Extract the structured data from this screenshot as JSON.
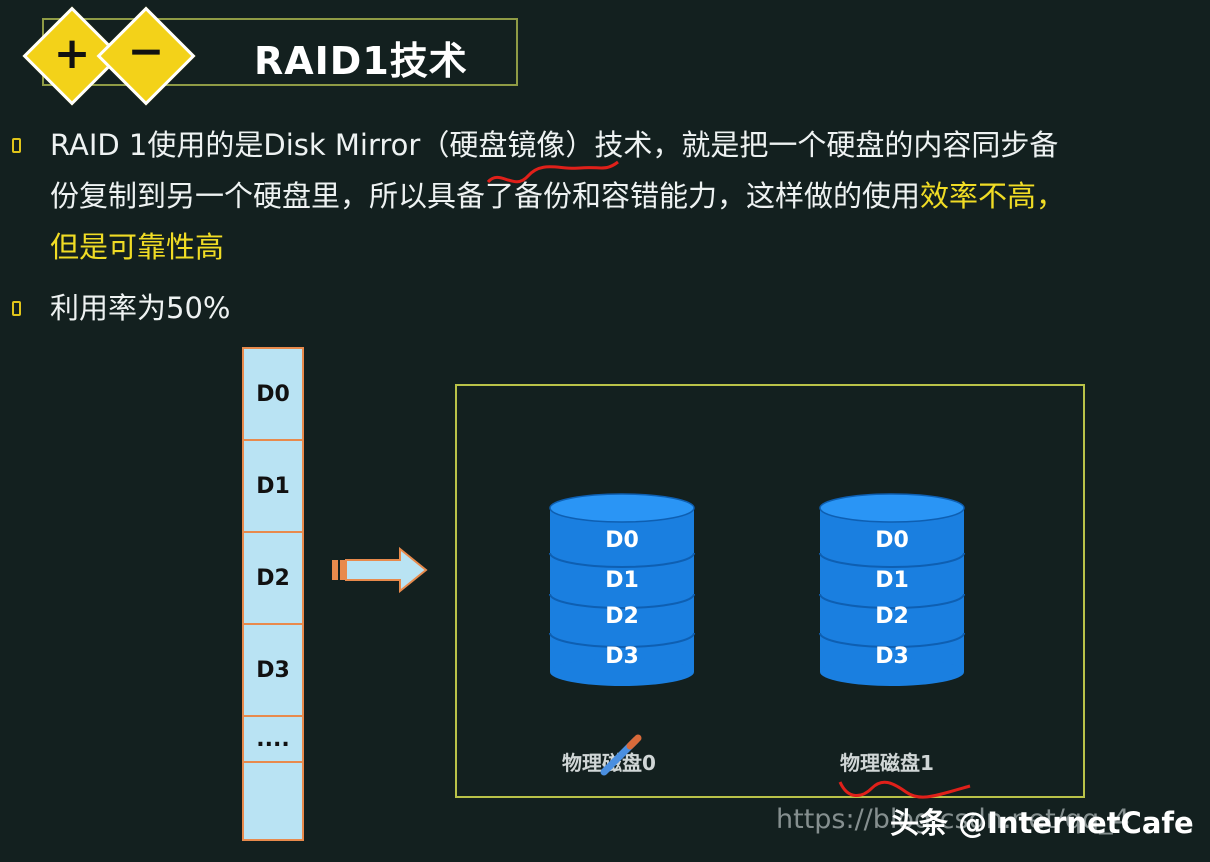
{
  "title": {
    "plus_sign": "+",
    "minus_sign": "−",
    "text": "RAID1技术"
  },
  "bullets": [
    {
      "lines": [
        [
          {
            "t": "RAID 1使用的是Disk Mirror（硬盘镜像）技术，就是把一个硬盘的内容同步备"
          }
        ],
        [
          {
            "t": "份复制到另一个硬盘里，所以具备了备份和容错能力，这样做的使用"
          },
          {
            "t": "效率不高，",
            "hl": true
          }
        ],
        [
          {
            "t": "但是可靠性高",
            "hl": true
          }
        ]
      ]
    },
    {
      "lines": [
        [
          {
            "t": "利用率为50%"
          }
        ]
      ]
    }
  ],
  "strip_cells": [
    "D0",
    "D1",
    "D2",
    "D3",
    "....",
    ""
  ],
  "disks": [
    {
      "label": "物理磁盘0",
      "blocks": [
        "D0",
        "D1",
        "D2",
        "D3"
      ]
    },
    {
      "label": "物理磁盘1",
      "blocks": [
        "D0",
        "D1",
        "D2",
        "D3"
      ]
    }
  ],
  "watermark": "https://blog.csdn.net/qq_4",
  "source_tag": "头条 @InternetCafe",
  "colors": {
    "background": "#13201f",
    "highlight": "#f0dc25",
    "disk_blue": "#1a7fe0",
    "strip_fill": "#b9e3f3",
    "strip_border": "#e88a4c",
    "frame_border": "#b9c248",
    "diamond": "#f3d219",
    "annotation_red": "#e0201a"
  }
}
